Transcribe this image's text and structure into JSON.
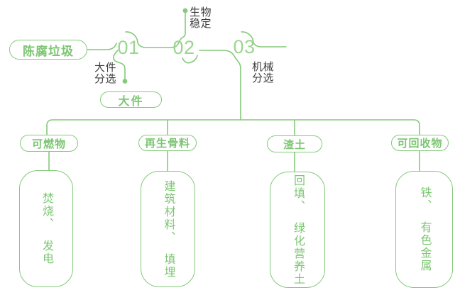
{
  "palette": {
    "line_green": "#85C97B",
    "number_green": "#9BD690",
    "label_dark": "#3D3D3D",
    "background": "#FFFFFF"
  },
  "source": {
    "label": "陈腐垃圾"
  },
  "steps": [
    {
      "number": "01",
      "label": "大件\n分选",
      "output_label": "大件"
    },
    {
      "number": "02",
      "label": "生物\n稳定"
    },
    {
      "number": "03",
      "label": "机械\n分选"
    }
  ],
  "categories": [
    {
      "label": "可燃物",
      "use_parts": [
        "焚烧、",
        "发电"
      ]
    },
    {
      "label": "再生骨料",
      "use_parts": [
        "建筑材料、",
        "填埋"
      ]
    },
    {
      "label": "渣土",
      "use_parts": [
        "回填、",
        "绿化营养土"
      ]
    },
    {
      "label": "可回收物",
      "use_parts": [
        "铁、",
        "有色金属"
      ]
    }
  ]
}
